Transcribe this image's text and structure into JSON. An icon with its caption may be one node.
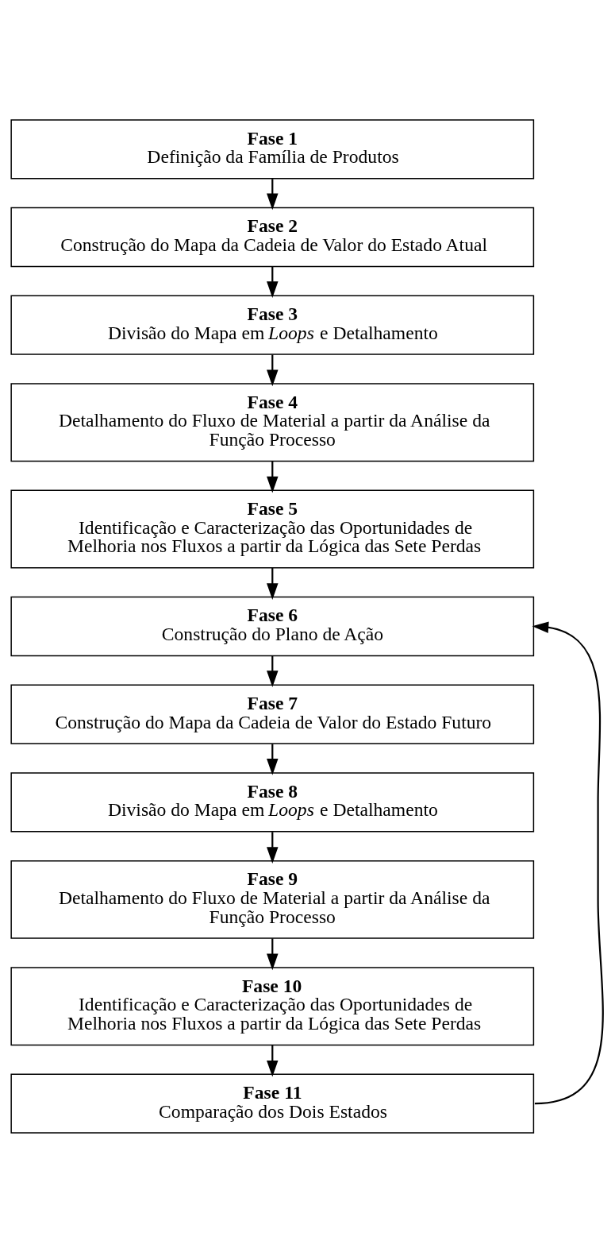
{
  "diagram": {
    "nodes": [
      {
        "text": [
          "Fase 1",
          "Definição da Família de Produtos"
        ]
      },
      {
        "text": [
          "Fase 2",
          "Construção do Mapa da Cadeia de Valor do Estado Atual"
        ]
      },
      {
        "text": [
          "Fase 3",
          "Divisão do Mapa em *Loops* e Detalhamento"
        ]
      },
      {
        "text": [
          "Fase 4",
          "Detalhamento do Fluxo de Material a partir da Análise da Função Processo"
        ]
      },
      {
        "text": [
          "Fase 5",
          "Identificação e Caracterização das Oportunidades de Melhoria nos Fluxos a partir da Lógica das Sete Perdas"
        ]
      },
      {
        "text": [
          "Fase 6",
          "Construção do Plano de Ação"
        ]
      },
      {
        "text": [
          "Fase 7",
          "Construção do Mapa da Cadeia de Valor do Estado Futuro"
        ]
      },
      {
        "text": [
          "Fase 8",
          "Divisão do Mapa em *Loops* e Detalhamento"
        ]
      },
      {
        "text": [
          "Fase 9",
          "Detalhamento do Fluxo de Material a partir da Análise da Função Processo"
        ]
      },
      {
        "text": [
          "Fase 10",
          "Identificação e Caracterização das Oportunidades de Melhoria nos Fluxos a partir da Lógica das Sete Perdas"
        ]
      },
      {
        "text": [
          "Fase 11",
          "Comparação dos Dois Estados"
        ]
      }
    ],
    "edges": [
      {
        "from": 0,
        "to": 1,
        "arrow": "to"
      },
      {
        "from": 1,
        "to": 2,
        "arrow": "to"
      },
      {
        "from": 2,
        "to": 3,
        "arrow": "to"
      },
      {
        "from": 3,
        "to": 4,
        "arrow": "to"
      },
      {
        "from": 4,
        "to": 5,
        "arrow": "to"
      },
      {
        "from": 5,
        "to": 6,
        "arrow": "to"
      },
      {
        "from": 6,
        "to": 7,
        "arrow": "to"
      },
      {
        "from": 7,
        "to": 8,
        "arrow": "to"
      },
      {
        "from": 8,
        "to": 9,
        "arrow": "to"
      },
      {
        "from": 9,
        "to": 10,
        "arrow": "to"
      },
      {
        "from": 10,
        "to": 5,
        "arrow": "to"
      }
    ]
  }
}
